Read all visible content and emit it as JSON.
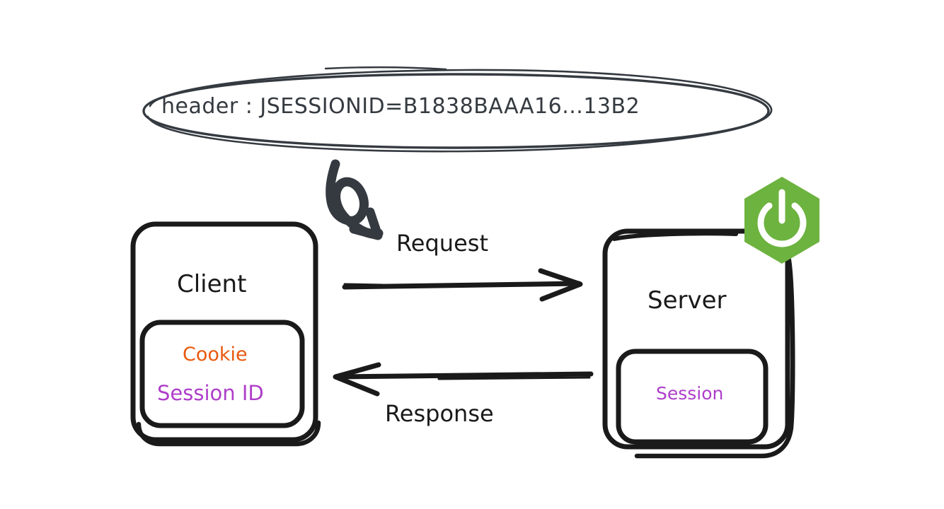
{
  "diagram": {
    "title_text": "header : JSESSIONID=B1838BAAA16...13B2",
    "nodes": {
      "client": {
        "label": "Client",
        "inner": {
          "cookie_label": "Cookie",
          "session_id_label": "Session ID"
        }
      },
      "server": {
        "label": "Server",
        "inner": {
          "session_label": "Session"
        },
        "badge_icon": "spring-boot-power-icon"
      }
    },
    "edges": {
      "request_label": "Request",
      "response_label": "Response"
    },
    "annotation_icon": "curly-pointer-arrow-icon",
    "colors": {
      "stroke_dark": "#343a40",
      "stroke_black": "#1a1a1a",
      "cookie_orange": "#e8590c",
      "session_purple": "#ae3ec9",
      "spring_green": "#6db33f",
      "background": "#ffffff"
    }
  }
}
